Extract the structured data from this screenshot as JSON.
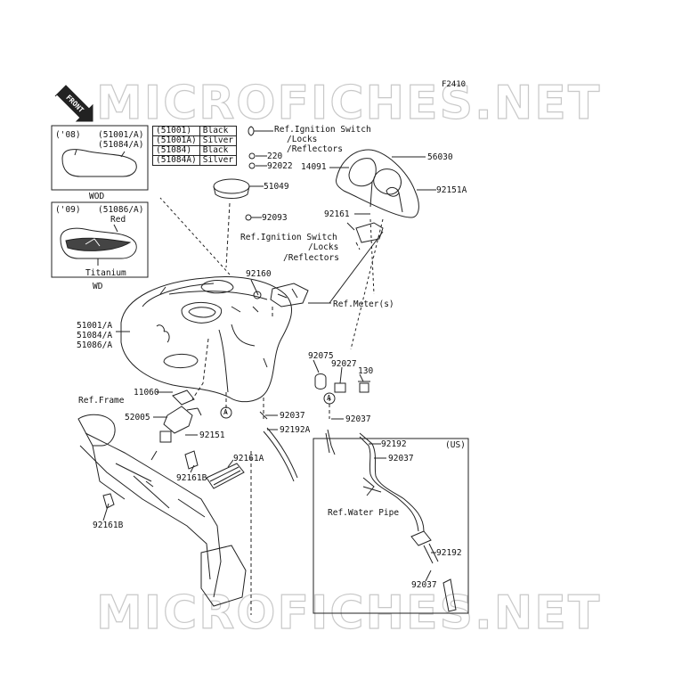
{
  "diagram_code": "F2410",
  "watermark": "MICROFICHES.NET",
  "front_label": "FRONT",
  "variant_08": {
    "year": "('08)",
    "codes": [
      "(51001/A)",
      "(51084/A)"
    ],
    "caption": "WOD"
  },
  "variant_09": {
    "year": "('09)",
    "codes": [
      "(51086/A)"
    ],
    "color_top": "Red",
    "color_bottom": "Titanium",
    "caption": "WD"
  },
  "color_table": [
    [
      "(51001)",
      "Black"
    ],
    [
      "(51001A)",
      "Silver"
    ],
    [
      "(51084)",
      "Black"
    ],
    [
      "(51084A)",
      "Silver"
    ]
  ],
  "labels": {
    "ref_ignition_1": [
      "Ref.Ignition Switch",
      "/Locks",
      "/Reflectors"
    ],
    "ref_ignition_2": [
      "Ref.Ignition Switch",
      "/Locks",
      "/Reflectors"
    ],
    "ref_meter": "Ref.Meter(s)",
    "ref_frame": "Ref.Frame",
    "ref_water_pipe": "Ref.Water Pipe",
    "us": "(US)",
    "tank_codes": [
      "51001/A",
      "51084/A",
      "51086/A"
    ],
    "circle_a": "A"
  },
  "parts": {
    "p220": "220",
    "p92022": "92022",
    "p51049": "51049",
    "p92093": "92093",
    "p14091": "14091",
    "p56030": "56030",
    "p92151A": "92151A",
    "p92161": "92161",
    "p92160": "92160",
    "p92075": "92075",
    "p92027": "92027",
    "p130": "130",
    "p11060": "11060",
    "p52005": "52005",
    "p92151": "92151",
    "p92037a": "92037",
    "p92192A": "92192A",
    "p92037b": "92037",
    "p92192a": "92192",
    "p92037c": "92037",
    "p92161A": "92161A",
    "p92161B_a": "92161B",
    "p92161B_b": "92161B",
    "p92192b": "92192",
    "p92037d": "92037"
  }
}
